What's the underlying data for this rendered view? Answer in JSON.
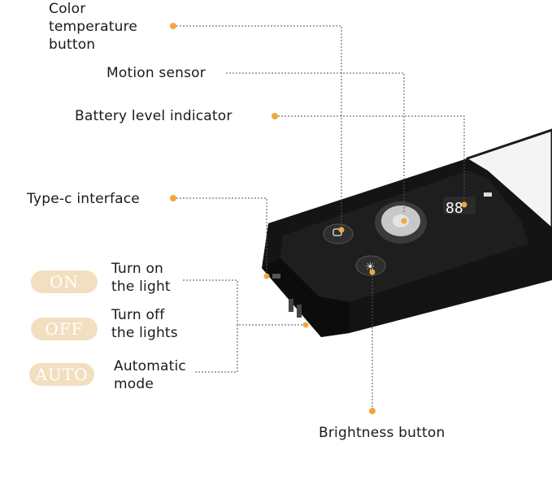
{
  "callouts": {
    "color_temperature": [
      "Color",
      "temperature",
      "button"
    ],
    "motion_sensor": "Motion sensor",
    "battery_level": "Battery level indicator",
    "type_c": "Type-c interface",
    "brightness": "Brightness button"
  },
  "modes": [
    {
      "badge": "ON",
      "text": [
        "Turn on",
        "the light"
      ]
    },
    {
      "badge": "OFF",
      "text": [
        "Turn off",
        "the lights"
      ]
    },
    {
      "badge": "AUTO",
      "text": [
        "Automatic",
        "mode"
      ]
    }
  ],
  "colors": {
    "accent": "#f0a83a",
    "badge": "#f2dfc0",
    "device": "#141414"
  }
}
